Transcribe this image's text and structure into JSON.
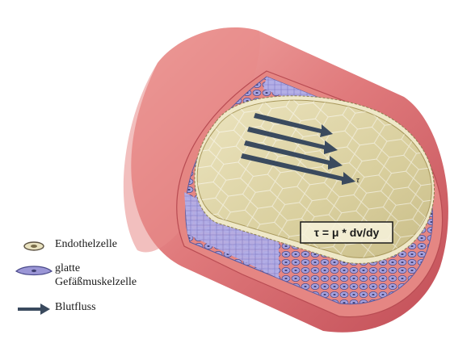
{
  "diagram": {
    "formula": "τ = μ * dv/dy",
    "tau_label": "τ",
    "colors": {
      "outer_wall": "#d9656a",
      "outer_wall_dark": "#b84b52",
      "outer_wall_light": "#f0a9a5",
      "muscle_layer": "#9b96d6",
      "endothelium": "#e9e2bf",
      "lumen": "#d8cf9c",
      "arrow": "#3a4a5e"
    }
  },
  "legend": {
    "items": [
      {
        "icon": "endothelial-cell-icon",
        "label": "Endothelzelle"
      },
      {
        "icon": "smooth-muscle-cell-icon",
        "label_line1": "glatte",
        "label_line2": "Gefäßmuskelzelle"
      },
      {
        "icon": "blood-flow-arrow-icon",
        "label": "Blutfluss"
      }
    ]
  }
}
